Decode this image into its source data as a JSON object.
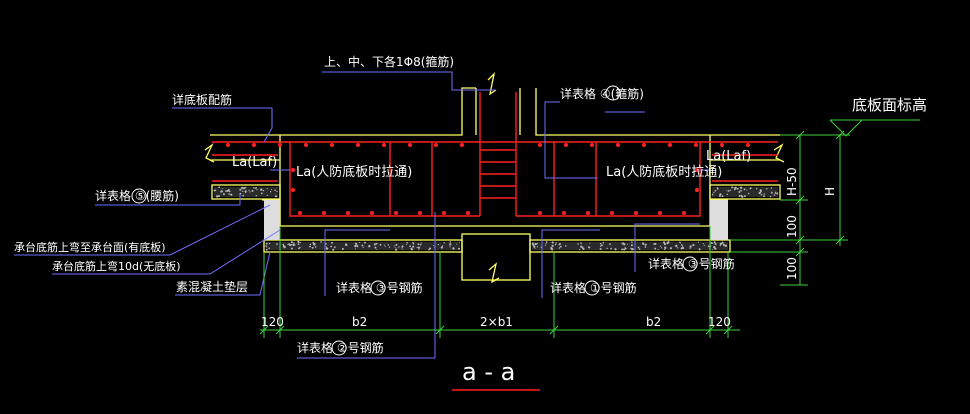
{
  "labels": {
    "top_rebar": "上、中、下各1Φ8(箍筋)",
    "detail_hoop": "详表格 ④(箍筋)",
    "base_slab_rebar": "详底板配筋",
    "bottom_elevation": "底板面标高",
    "la_left": "La(Laf)",
    "la_right": "La(Laf)",
    "la_civil_left": "La(人防底板时拉通)",
    "la_civil_right": "La(人防底板时拉通)",
    "detail_waist": "详表格 ⑤(腰筋)",
    "bend_to_face": "承台底筋上弯至承台面(有底板)",
    "bend_10d": "承台底筋上弯10d(无底板)",
    "plain_concrete": "素混凝土垫层",
    "detail_3_left": "详表格 ③号钢筋",
    "detail_1": "详表格 ①号钢筋",
    "detail_3_right": "详表格 ③号钢筋",
    "detail_2": "详表格 ②号钢筋",
    "section_title": "a - a"
  },
  "dimensions": {
    "bottom": [
      "120",
      "b2",
      "2×b1",
      "b2",
      "120"
    ],
    "right_top": "H-50",
    "right_total": "H",
    "right_100": "100",
    "right_bottom": "100"
  },
  "colors": {
    "background": "#000000",
    "outline": "#ffff66",
    "rebar": "#ff2020",
    "leader": "#7070ff",
    "dimension": "#40d040",
    "hatch": "#a8a8a8",
    "text": "#ffffff",
    "title_underline": "#ff2020"
  }
}
